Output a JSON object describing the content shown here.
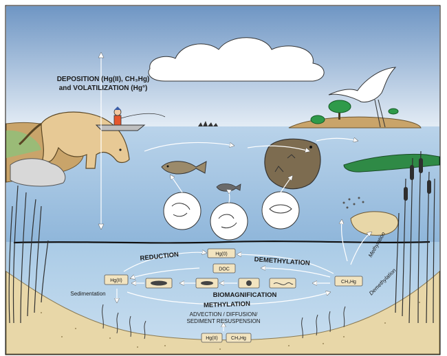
{
  "labels": {
    "deposition_line1": "DEPOSITION (Hg(II), CH₃Hg)",
    "deposition_line2": "and VOLATILIZATION (Hg°)",
    "reduction": "REDUCTION",
    "demethylation": "DEMETHYLATION",
    "biomagnification": "BIOMAGNIFICATION",
    "methylation": "METHYLATION",
    "sedimentation": "Sedimentation",
    "advection_line1": "ADVECTION / DIFFUSION/",
    "advection_line2": "SEDIMENT RESUSPENSION",
    "methylation_side": "Methylation",
    "demethylation_side": "Demethylation"
  },
  "species_boxes": {
    "hg0": "Hg(0)",
    "doc": "DOC",
    "hg2_left": "Hg(II)",
    "ch3hg_right": "CH₃Hg",
    "hg2_bottom": "Hg(II)",
    "ch3hg_bottom": "CH₃Hg"
  },
  "colors": {
    "sky_top": "#6f96c4",
    "sky_bottom": "#dde8f3",
    "water": "#9fc1e0",
    "sediment_water": "#b4d2ea",
    "sediment": "#e8d7a8",
    "land": "#c9a46a",
    "vegetation": "#2e2e2e"
  }
}
